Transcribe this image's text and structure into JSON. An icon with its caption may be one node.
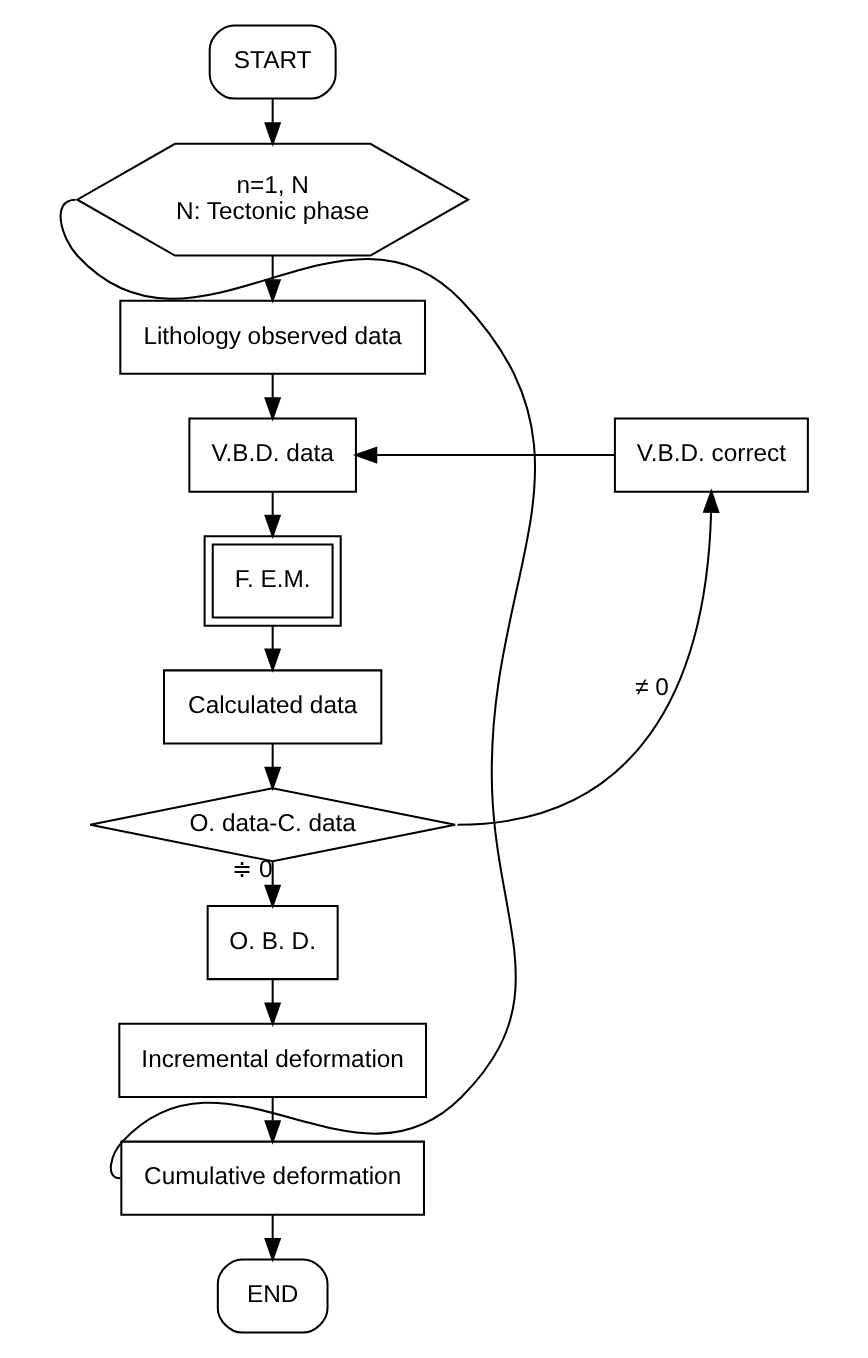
{
  "diagram": {
    "nodes": [
      {
        "text": [
          "START"
        ]
      },
      {
        "text": [
          "n=1, N",
          "N: Tectonic phase"
        ]
      },
      {
        "text": [
          "Lithology observed data"
        ]
      },
      {
        "text": [
          "V.B.D. data"
        ]
      },
      {
        "text": [
          "V.B.D. correct"
        ]
      },
      {
        "text": [
          "F. E.M."
        ]
      },
      {
        "text": [
          "Calculated data"
        ]
      },
      {
        "text": [
          "O. data-C. data"
        ]
      },
      {
        "text": [
          "O. B. D."
        ]
      },
      {
        "text": [
          "Incremental deformation"
        ]
      },
      {
        "text": [
          "Cumulative deformation"
        ]
      },
      {
        "text": [
          "END"
        ]
      }
    ],
    "edges": [
      {
        "from": 0,
        "to": 1,
        "arrow": "to"
      },
      {
        "from": 1,
        "to": 2,
        "arrow": "to"
      },
      {
        "from": 2,
        "to": 3,
        "arrow": "to"
      },
      {
        "from": 4,
        "to": 3,
        "arrow": "to"
      },
      {
        "from": 3,
        "to": 5,
        "arrow": "to"
      },
      {
        "from": 5,
        "to": 6,
        "arrow": "to"
      },
      {
        "from": 6,
        "to": 7,
        "arrow": "to"
      },
      {
        "from": 7,
        "to": 4,
        "arrow": "to",
        "label": "≠ 0"
      },
      {
        "from": 7,
        "to": 8,
        "arrow": "to",
        "label": "≑ 0"
      },
      {
        "from": 8,
        "to": 9,
        "arrow": "to"
      },
      {
        "from": 9,
        "to": 10,
        "arrow": "to"
      },
      {
        "from": 10,
        "to": 11,
        "arrow": "to"
      },
      {
        "from": 10,
        "to": 1,
        "arrow": "none"
      }
    ]
  }
}
